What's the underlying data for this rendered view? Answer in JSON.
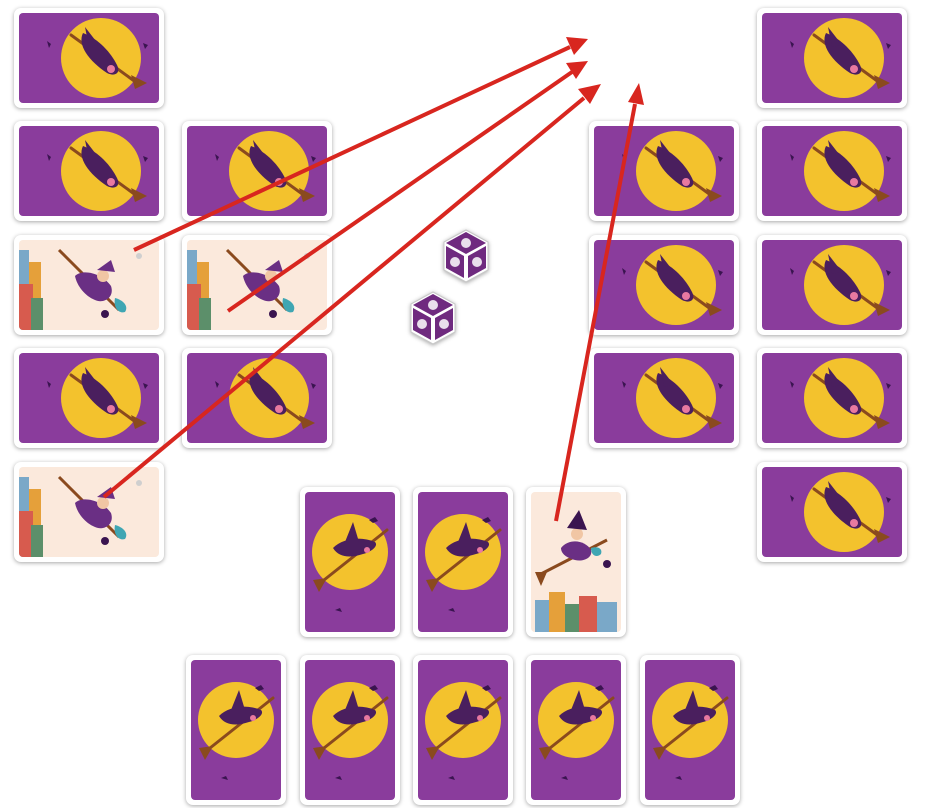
{
  "board": {
    "colors": {
      "card_back_purple": "#8a3c9c",
      "card_frame": "#ffffff",
      "moon": "#f3c22d",
      "witch": "#4a1f5e",
      "broom": "#8a4a1e",
      "face_bg": "#fbe9dc",
      "arrow": "#d8261f",
      "die_purple": "#6f2a7f"
    },
    "left_column_1": [
      {
        "face": "back",
        "icon": "witch-moon-back-icon"
      },
      {
        "face": "back",
        "icon": "witch-moon-back-icon"
      },
      {
        "face": "up",
        "icon": "witch-flying-town-icon"
      },
      {
        "face": "back",
        "icon": "witch-moon-back-icon"
      },
      {
        "face": "up",
        "icon": "witch-flying-town-icon"
      }
    ],
    "left_column_2": [
      {
        "face": "back",
        "icon": "witch-moon-back-icon"
      },
      {
        "face": "up",
        "icon": "witch-flying-town-icon"
      },
      {
        "face": "back",
        "icon": "witch-moon-back-icon"
      }
    ],
    "right_column_1": [
      {
        "face": "back",
        "icon": "witch-moon-back-icon"
      },
      {
        "face": "back",
        "icon": "witch-moon-back-icon"
      },
      {
        "face": "back",
        "icon": "witch-moon-back-icon"
      }
    ],
    "right_column_2": [
      {
        "face": "back",
        "icon": "witch-moon-back-icon"
      },
      {
        "face": "back",
        "icon": "witch-moon-back-icon"
      },
      {
        "face": "back",
        "icon": "witch-moon-back-icon"
      },
      {
        "face": "back",
        "icon": "witch-moon-back-icon"
      },
      {
        "face": "back",
        "icon": "witch-moon-back-icon"
      }
    ],
    "bottom_row_1": [
      {
        "face": "back",
        "icon": "witch-moon-back-icon"
      },
      {
        "face": "back",
        "icon": "witch-moon-back-icon"
      },
      {
        "face": "up",
        "icon": "witch-flying-town-icon"
      }
    ],
    "bottom_row_2": [
      {
        "face": "back",
        "icon": "witch-moon-back-icon"
      },
      {
        "face": "back",
        "icon": "witch-moon-back-icon"
      },
      {
        "face": "back",
        "icon": "witch-moon-back-icon"
      },
      {
        "face": "back",
        "icon": "witch-moon-back-icon"
      },
      {
        "face": "back",
        "icon": "witch-moon-back-icon"
      }
    ],
    "dice": [
      {
        "icon": "cat-die-icon"
      },
      {
        "icon": "owl-die-icon"
      }
    ],
    "arrows_count": 4
  }
}
